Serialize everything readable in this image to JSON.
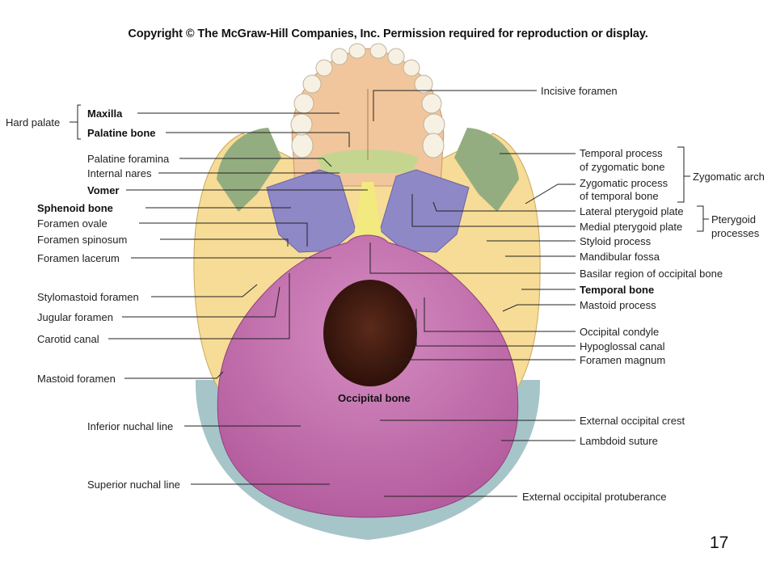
{
  "copyright": "Copyright © The McGraw-Hill Companies, Inc. Permission required for reproduction or display.",
  "slide_number": "17",
  "colors": {
    "maxilla": "#f1c69c",
    "teeth": "#f7f1e4",
    "palatine": "#c4d58f",
    "zygomatic": "#94ad80",
    "sphenoid": "#8e88c6",
    "vomer": "#f2ea7e",
    "temporal": "#f6dc97",
    "occipital": "#bd67a6",
    "parietal": "#a6c5c9"
  },
  "group_labels": {
    "hard_palate": "Hard palate",
    "zygomatic_arch": "Zygomatic arch",
    "pterygoid_processes": [
      "Pterygoid",
      "processes"
    ]
  },
  "left_labels": {
    "maxilla": "Maxilla",
    "palatine_bone": "Palatine bone",
    "palatine_foramina": "Palatine foramina",
    "internal_nares": "Internal nares",
    "vomer": "Vomer",
    "sphenoid_bone": "Sphenoid bone",
    "foramen_ovale": "Foramen ovale",
    "foramen_spinosum": "Foramen spinosum",
    "foramen_lacerum": "Foramen lacerum",
    "stylomastoid_foramen": "Stylomastoid foramen",
    "jugular_foramen": "Jugular foramen",
    "carotid_canal": "Carotid canal",
    "mastoid_foramen": "Mastoid foramen",
    "inferior_nuchal_line": "Inferior nuchal line",
    "superior_nuchal_line": "Superior nuchal line"
  },
  "right_labels": {
    "incisive_foramen": "Incisive foramen",
    "temporal_process": [
      "Temporal process",
      "of zygomatic bone"
    ],
    "zygomatic_process": [
      "Zygomatic process",
      "of temporal bone"
    ],
    "lateral_pterygoid_plate": "Lateral pterygoid plate",
    "medial_pterygoid_plate": "Medial pterygoid plate",
    "styloid_process": "Styloid process",
    "mandibular_fossa": "Mandibular fossa",
    "basilar_region": "Basilar region of occipital bone",
    "temporal_bone": "Temporal bone",
    "mastoid_process": "Mastoid process",
    "occipital_condyle": "Occipital condyle",
    "hypoglossal_canal": "Hypoglossal canal",
    "foramen_magnum": "Foramen magnum",
    "external_occipital_crest": "External occipital crest",
    "lambdoid_suture": "Lambdoid suture",
    "external_occipital_protuberance": "External occipital protuberance"
  },
  "center_labels": {
    "occipital_bone": "Occipital bone"
  }
}
